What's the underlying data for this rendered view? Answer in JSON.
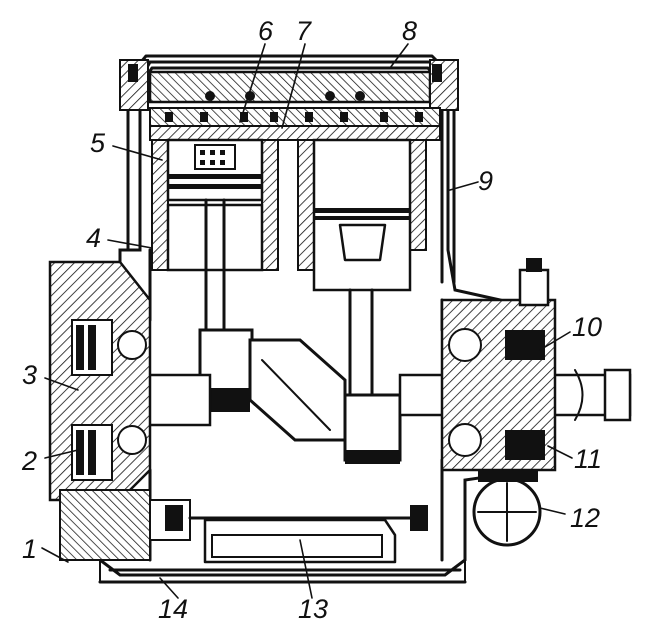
{
  "figure": {
    "background": "#ffffff",
    "ink": "#111111",
    "callouts": [
      {
        "id": "1",
        "label": "1"
      },
      {
        "id": "2",
        "label": "2"
      },
      {
        "id": "3",
        "label": "3"
      },
      {
        "id": "4",
        "label": "4"
      },
      {
        "id": "5",
        "label": "5"
      },
      {
        "id": "6",
        "label": "6"
      },
      {
        "id": "7",
        "label": "7"
      },
      {
        "id": "8",
        "label": "8"
      },
      {
        "id": "9",
        "label": "9"
      },
      {
        "id": "10",
        "label": "10"
      },
      {
        "id": "11",
        "label": "11"
      },
      {
        "id": "12",
        "label": "12"
      },
      {
        "id": "13",
        "label": "13"
      },
      {
        "id": "14",
        "label": "14"
      }
    ]
  }
}
